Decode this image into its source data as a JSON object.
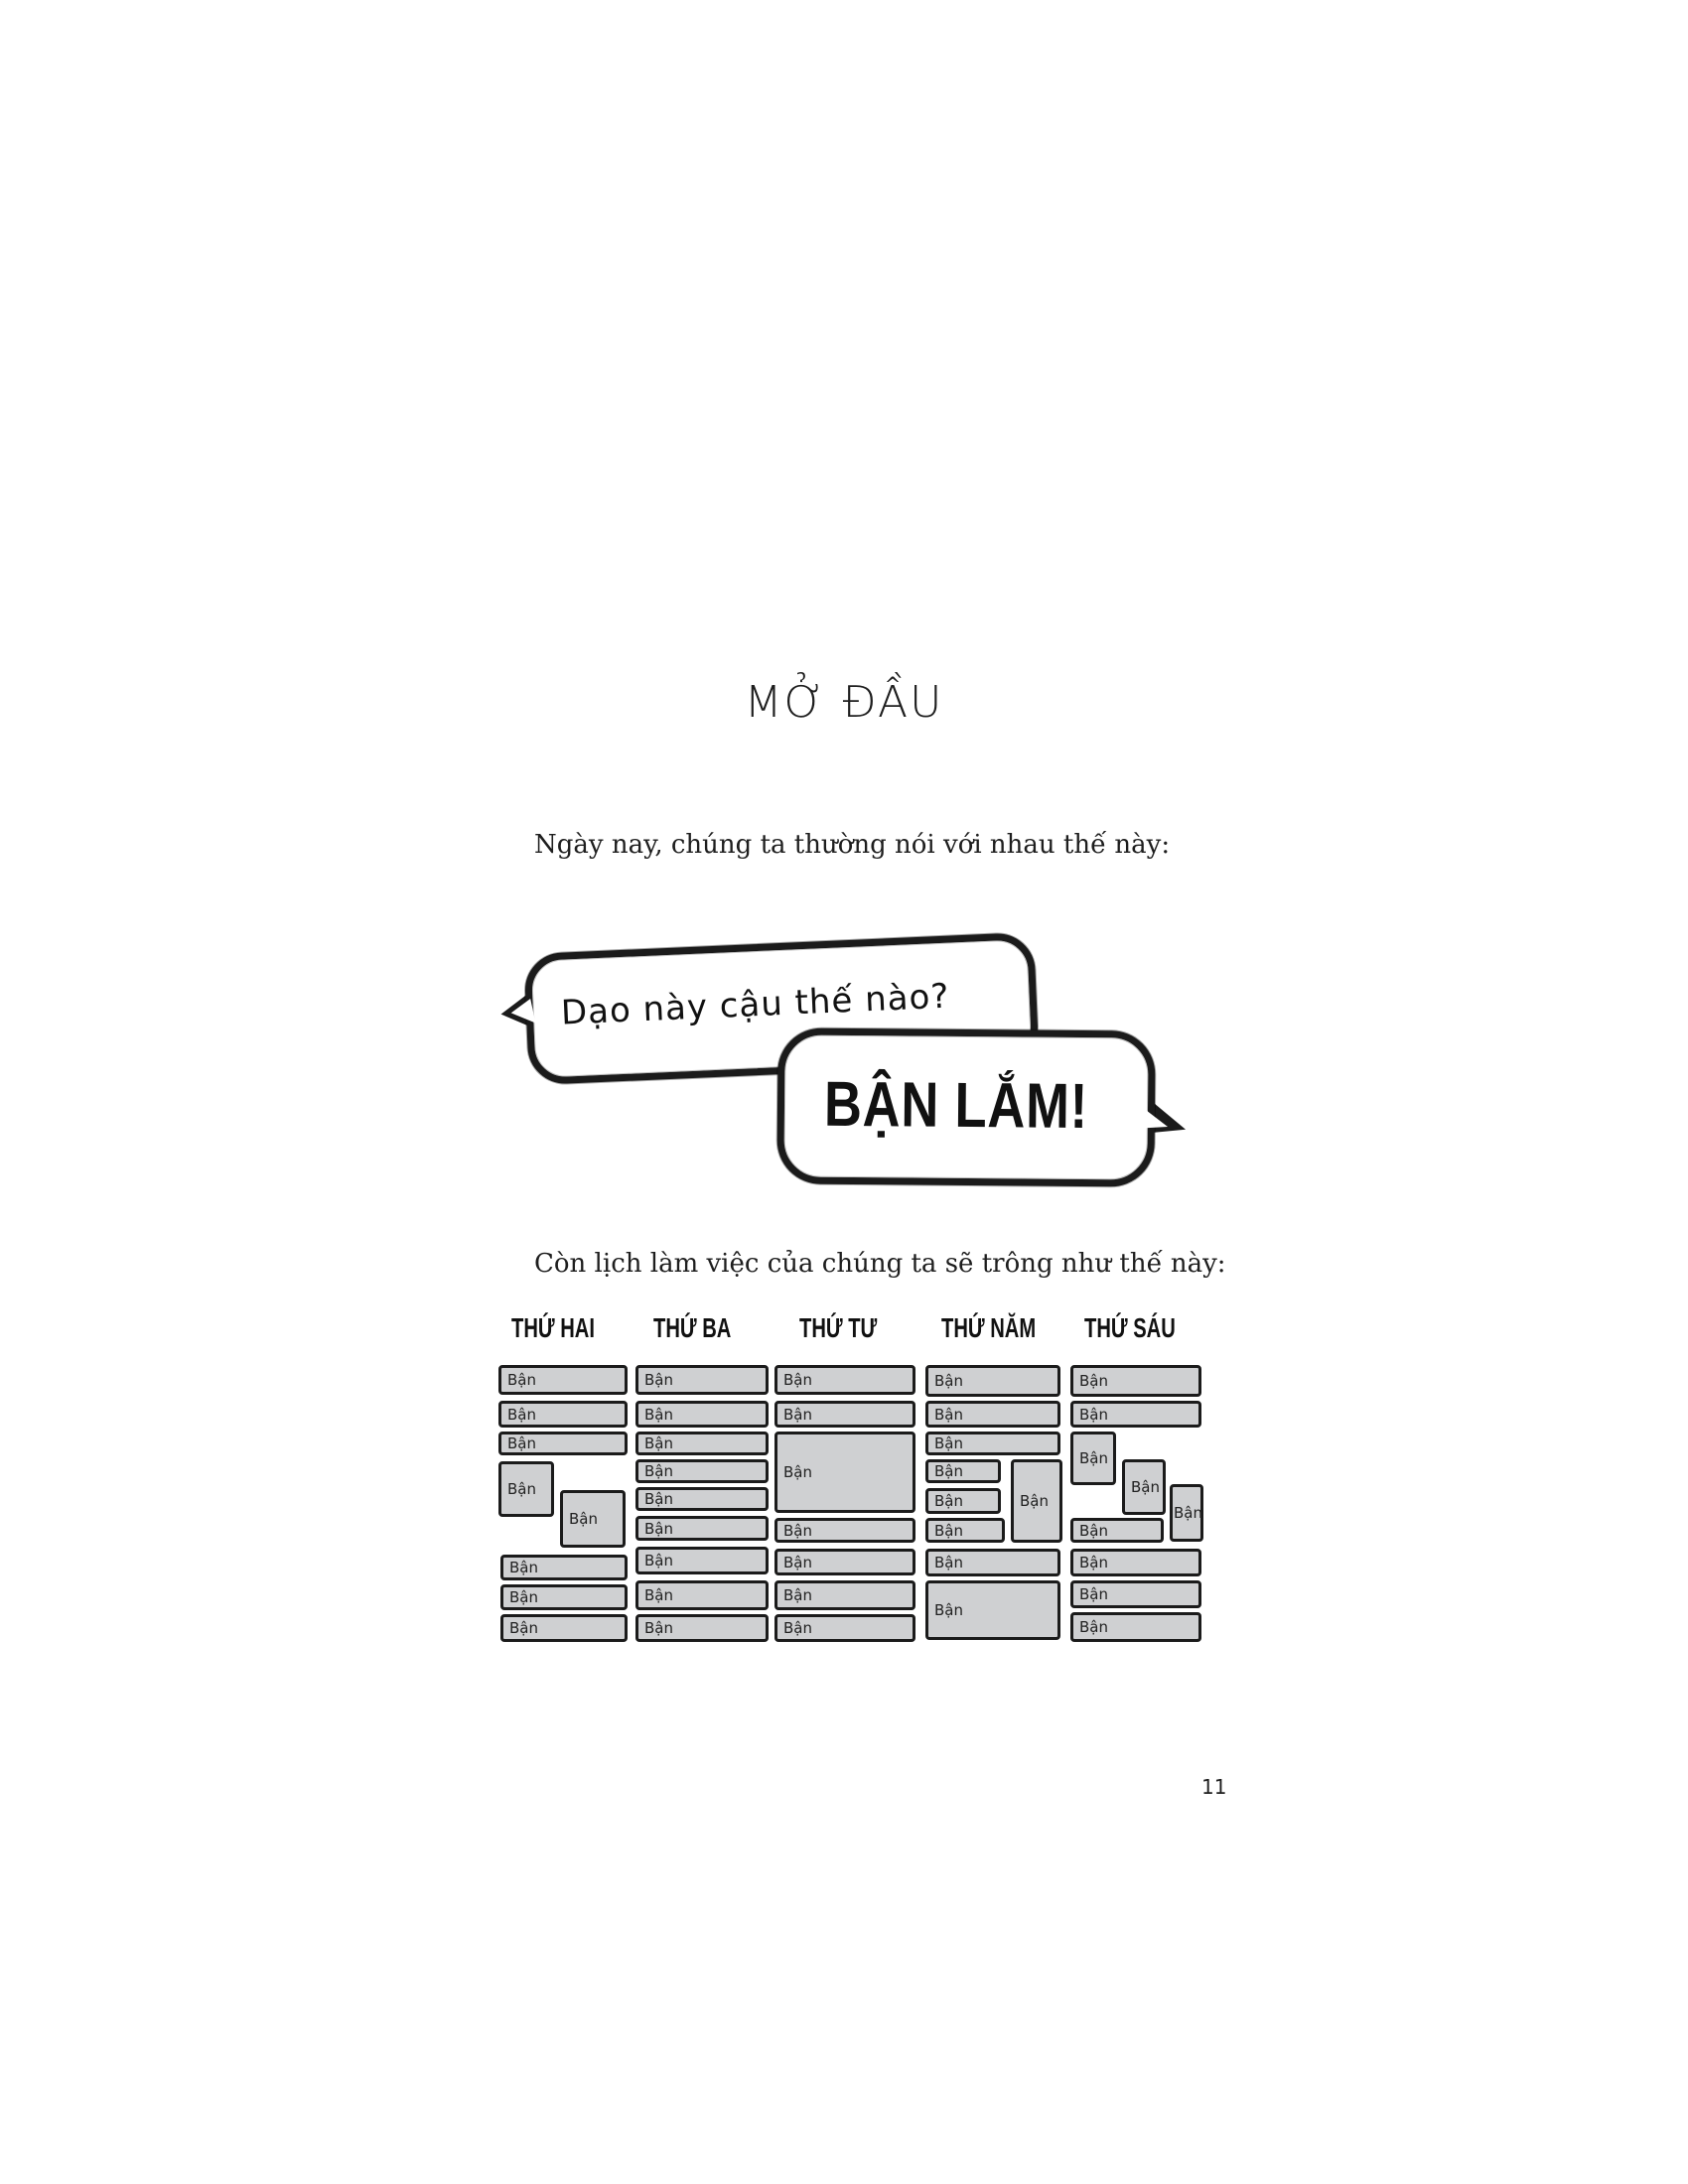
{
  "page": {
    "title": "MỞ ĐẦU",
    "paragraph_1": "Ngày nay, chúng ta thường nói với nhau thế này:",
    "paragraph_2": "Còn lịch làm việc của chúng ta sẽ trông như thế này:",
    "page_number": "11"
  },
  "bubbles": {
    "question": "Dạo này cậu thế nào?",
    "answer": "BẬN LẮM!"
  },
  "schedule": {
    "block_label": "Bận",
    "days": [
      "THỨ HAI",
      "THỨ BA",
      "THỨ TƯ",
      "THỨ NĂM",
      "THỨ SÁU"
    ],
    "block_color": "#cfd0d2",
    "border_color": "#1b1b1b"
  }
}
